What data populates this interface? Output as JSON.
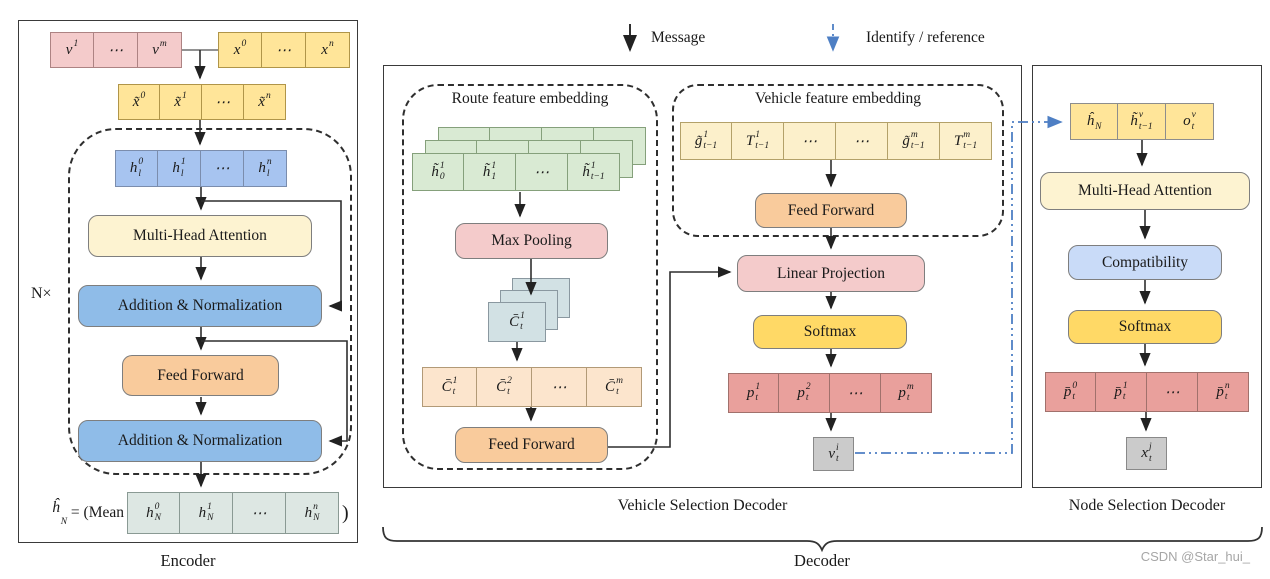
{
  "colors": {
    "accent_blue": "#4e7fc4",
    "pink": "#f4cbcb",
    "yellow": "#ffe599",
    "cream": "#fdf3d1",
    "blue_cell": "#a7c4f0",
    "blue_block": "#8fbce8",
    "orange": "#f9cb9c",
    "pale_green_gray": "#dde7e3",
    "green": "#d9ead3",
    "pale_blue": "#d2e1e4",
    "pale_orange": "#fce5cd",
    "gold": "#ffd966",
    "red_pink": "#e9a09c",
    "light_blue": "#c9dbf8",
    "gray_box": "#cbcbcb",
    "cream_light": "#fcf0cb"
  },
  "legend": {
    "message_label": "Message",
    "identify_label": "Identify / reference"
  },
  "encoder": {
    "caption": "Encoder",
    "n_times": "N×",
    "v_row": [
      {
        "b": "v",
        "sup": "1"
      },
      {
        "b": "⋯"
      },
      {
        "b": "v",
        "sup": "m"
      }
    ],
    "x_row": [
      {
        "b": "x",
        "sup": "0"
      },
      {
        "b": "⋯"
      },
      {
        "b": "x",
        "sup": "n"
      }
    ],
    "xt_row": [
      {
        "b": "x̃",
        "sup": "0"
      },
      {
        "b": "x̃",
        "sup": "1"
      },
      {
        "b": "⋯"
      },
      {
        "b": "x̃",
        "sup": "n"
      }
    ],
    "hl_row": [
      {
        "b": "h",
        "sub": "l",
        "sup": "0"
      },
      {
        "b": "h",
        "sub": "l",
        "sup": "1"
      },
      {
        "b": "⋯"
      },
      {
        "b": "h",
        "sub": "l",
        "sup": "n"
      }
    ],
    "blocks": {
      "mha": "Multi-Head Attention",
      "addnorm": "Addition & Normalization",
      "ff": "Feed Forward"
    },
    "mean_lhs": {
      "b": "ĥ",
      "sub": "N"
    },
    "mean_eq": "= (Mean",
    "close_paren": ")",
    "hn_row": [
      {
        "b": "h",
        "sub": "N",
        "sup": "0"
      },
      {
        "b": "h",
        "sub": "N",
        "sup": "1"
      },
      {
        "b": "⋯"
      },
      {
        "b": "h",
        "sub": "N",
        "sup": "n"
      }
    ]
  },
  "vehicle_decoder": {
    "caption": "Vehicle Selection Decoder",
    "route": {
      "title": "Route feature embedding",
      "h_row": [
        {
          "b": "h̃",
          "sub": "0",
          "sup": "1"
        },
        {
          "b": "h̃",
          "sub": "1",
          "sup": "1"
        },
        {
          "b": "⋯"
        },
        {
          "b": "h̃",
          "sub": "t−1",
          "sup": "1"
        }
      ],
      "max_pooling": "Max Pooling",
      "c_card": {
        "b": "C̄",
        "sub": "t",
        "sup": "1"
      },
      "c_row": [
        {
          "b": "C̄",
          "sub": "t",
          "sup": "1"
        },
        {
          "b": "C̄",
          "sub": "t",
          "sup": "2"
        },
        {
          "b": "⋯"
        },
        {
          "b": "C̄",
          "sub": "t",
          "sup": "m"
        }
      ],
      "feed_forward": "Feed Forward"
    },
    "vehicle": {
      "title": "Vehicle feature embedding",
      "row": [
        {
          "b": "g̃",
          "sub": "t−1",
          "sup": "1"
        },
        {
          "b": "T",
          "sub": "t−1",
          "sup": "1"
        },
        {
          "b": "⋯"
        },
        {
          "b": "⋯"
        },
        {
          "b": "g̃",
          "sub": "t−1",
          "sup": "m"
        },
        {
          "b": "T",
          "sub": "t−1",
          "sup": "m"
        }
      ],
      "feed_forward": "Feed Forward"
    },
    "linear_projection": "Linear Projection",
    "softmax": "Softmax",
    "p_row": [
      {
        "b": "p",
        "sub": "t",
        "sup": "1"
      },
      {
        "b": "p",
        "sub": "t",
        "sup": "2"
      },
      {
        "b": "⋯"
      },
      {
        "b": "p",
        "sub": "t",
        "sup": "m"
      }
    ],
    "v_out": {
      "b": "v",
      "sub": "t",
      "sup": "i"
    }
  },
  "node_decoder": {
    "caption": "Node Selection Decoder",
    "input_row": [
      {
        "b": "ĥ",
        "sub": "N"
      },
      {
        "b": "h̃",
        "sub": "t−1",
        "sup": "v"
      },
      {
        "b": "o",
        "sub": "t",
        "sup": "v"
      }
    ],
    "mha": "Multi-Head Attention",
    "compatibility": "Compatibility",
    "softmax": "Softmax",
    "p_row": [
      {
        "b": "p̄",
        "sub": "t",
        "sup": "0"
      },
      {
        "b": "p̄",
        "sub": "t",
        "sup": "1"
      },
      {
        "b": "⋯"
      },
      {
        "b": "p̄",
        "sub": "t",
        "sup": "n"
      }
    ],
    "x_out": {
      "b": "x",
      "sub": "t",
      "sup": "j"
    }
  },
  "decoder_caption": "Decoder",
  "watermark": "CSDN @Star_hui_"
}
